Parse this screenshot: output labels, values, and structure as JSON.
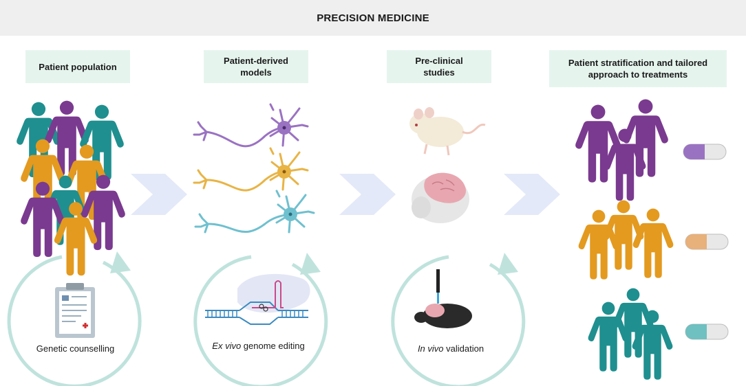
{
  "title": "PRECISION MEDICINE",
  "stages": [
    {
      "label": "Patient population"
    },
    {
      "label_line1": "Patient-derived",
      "label_line2": "models"
    },
    {
      "label_line1": "Pre-clinical",
      "label_line2": "studies"
    },
    {
      "label_line1": "Patient stratification and tailored",
      "label_line2": "approach to treatments"
    }
  ],
  "cycles": [
    {
      "caption": "Genetic counselling"
    },
    {
      "caption_italic": "Ex vivo",
      "caption_rest": " genome editing"
    },
    {
      "caption_italic": "In vivo",
      "caption_rest": " validation"
    }
  ],
  "colors": {
    "teal": "#1f8f8f",
    "purple": "#7a3a8f",
    "orange": "#e39a1f",
    "label_bg": "#e6f4ee",
    "banner_bg": "#efefef",
    "arrow": "#e3e9f8",
    "cycle": "#bfe3dc",
    "neuron_purple": "#9a72c2",
    "neuron_orange": "#e8b445",
    "neuron_blue": "#6fc0cf"
  },
  "icons": [
    "clipboard-icon",
    "dna-editing-icon",
    "mouse-icon",
    "primate-brain-icon",
    "mouse-probe-icon",
    "capsule-icon"
  ]
}
